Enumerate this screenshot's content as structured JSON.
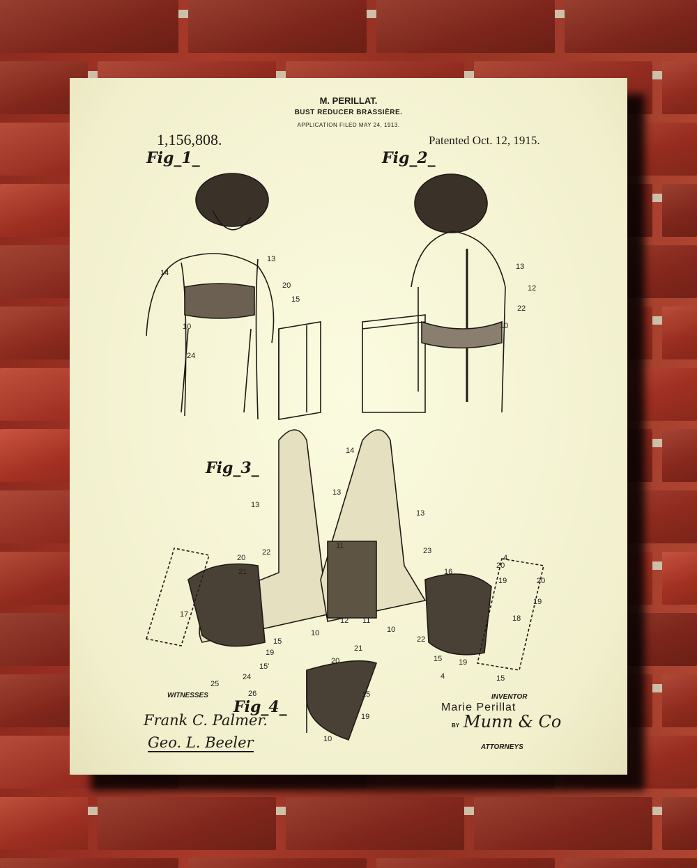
{
  "patent": {
    "inventor_header": "M. PERILLAT.",
    "title": "BUST REDUCER BRASSIÈRE.",
    "filed": "APPLICATION FILED MAY 24, 1913.",
    "number": "1,156,808.",
    "patented": "Patented Oct. 12, 1915."
  },
  "figures": [
    "Fig_1_",
    "Fig_2_",
    "Fig_3_",
    "Fig_4_"
  ],
  "numerals": [
    "13",
    "14",
    "20",
    "15",
    "10",
    "24",
    "13",
    "12",
    "22",
    "10",
    "14",
    "13",
    "13",
    "13",
    "22",
    "11",
    "23",
    "16",
    "20",
    "21",
    "4",
    "20",
    "20",
    "19",
    "19",
    "17",
    "18",
    "10",
    "12",
    "11",
    "10",
    "22",
    "15",
    "19",
    "15'",
    "24",
    "25",
    "26",
    "15",
    "19",
    "4",
    "15",
    "21",
    "20",
    "15",
    "19",
    "10"
  ],
  "footer": {
    "witnesses_label": "WITNESSES",
    "witness_1": "Frank C. Palmer.",
    "witness_2": "Geo. L. Beeler",
    "inventor_label": "INVENTOR",
    "inventor_name": "Marie Perillat",
    "by_label": "BY",
    "attorney_signature": "Munn & Co",
    "attorneys_label": "ATTORNEYS"
  }
}
